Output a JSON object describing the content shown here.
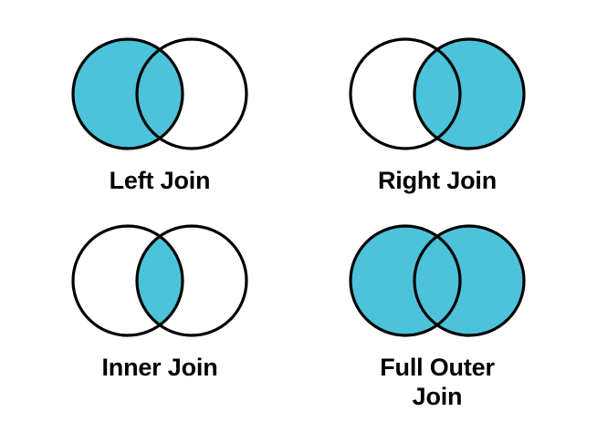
{
  "figure": {
    "kind": "venn-diagram-set",
    "topic": "SQL join types",
    "background_color": "#ffffff",
    "fill_color": "#4cc3db",
    "stroke_color": "#000000",
    "label_color": "#000000"
  },
  "diagrams": [
    {
      "id": "left-join",
      "label": "Left Join",
      "highlight": "left-circle-plus-intersection",
      "left_circle_filled": true,
      "right_circle_filled": false,
      "intersection_filled": true
    },
    {
      "id": "right-join",
      "label": "Right Join",
      "highlight": "right-circle-plus-intersection",
      "left_circle_filled": false,
      "right_circle_filled": true,
      "intersection_filled": true
    },
    {
      "id": "inner-join",
      "label": "Inner Join",
      "highlight": "intersection-only",
      "left_circle_filled": false,
      "right_circle_filled": false,
      "intersection_filled": true
    },
    {
      "id": "full-outer-join",
      "label": "Full Outer\nJoin",
      "highlight": "both-circles",
      "left_circle_filled": true,
      "right_circle_filled": true,
      "intersection_filled": true
    }
  ]
}
